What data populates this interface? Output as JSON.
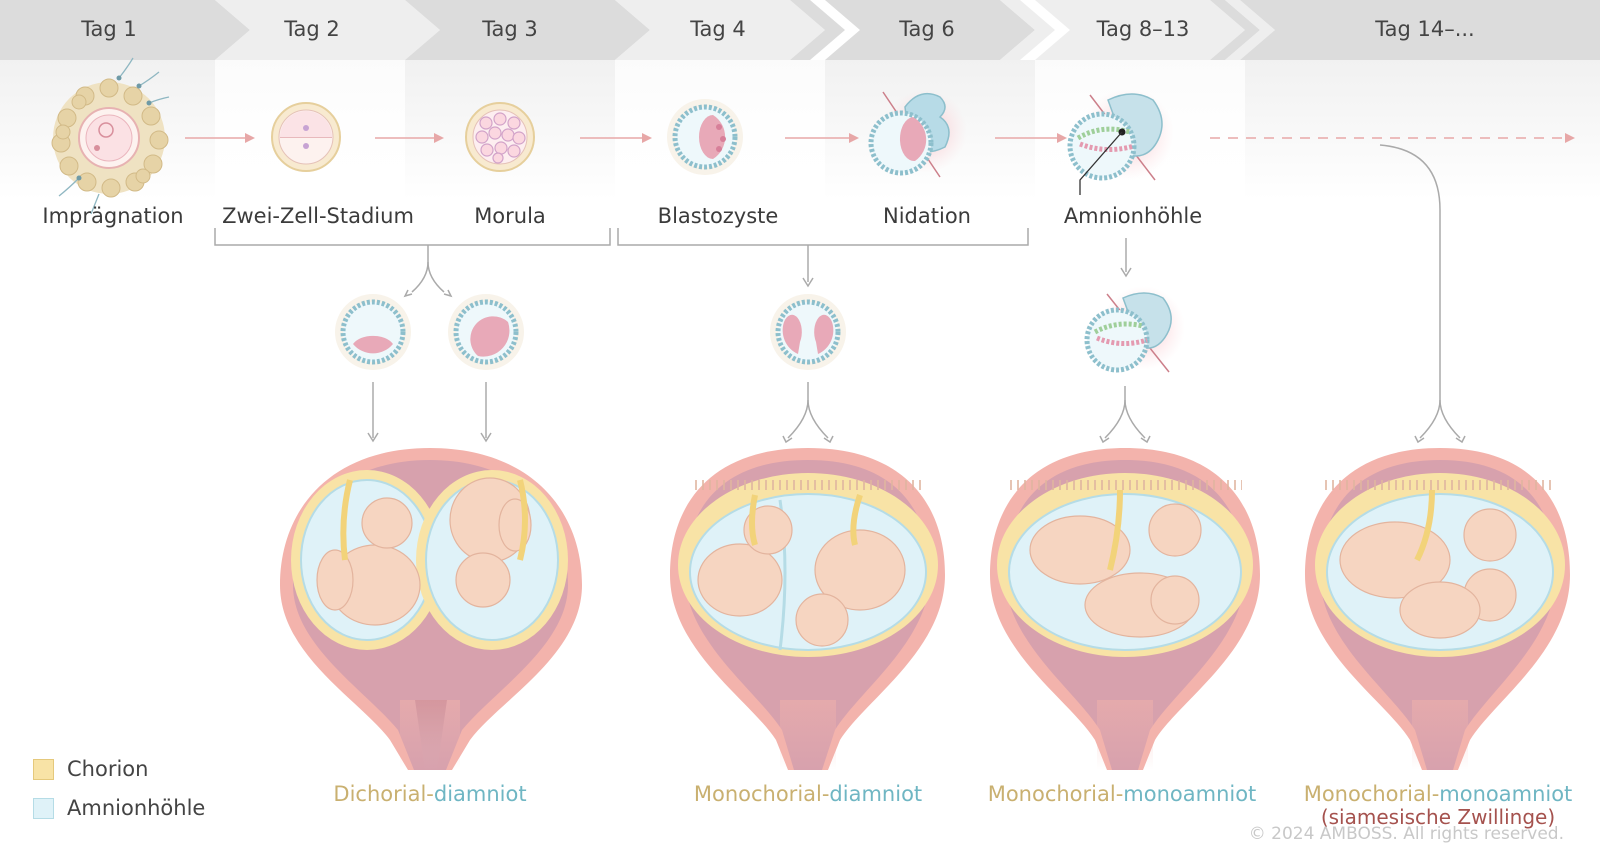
{
  "timeline": [
    {
      "day": "Tag 1"
    },
    {
      "day": "Tag 2"
    },
    {
      "day": "Tag 3"
    },
    {
      "day": "Tag 4"
    },
    {
      "day": "Tag 6"
    },
    {
      "day": "Tag 8–13"
    },
    {
      "day": "Tag 14–..."
    }
  ],
  "stages": [
    {
      "label": "Imprägnation",
      "icon": "fertilization-icon"
    },
    {
      "label": "Zwei-Zell-Stadium",
      "icon": "two-cell-stage-icon"
    },
    {
      "label": "Morula",
      "icon": "morula-icon"
    },
    {
      "label": "Blastozyste",
      "icon": "blastocyst-icon"
    },
    {
      "label": "Nidation",
      "icon": "implantation-icon"
    },
    {
      "label": "Amnionhöhle",
      "icon": "amniotic-cavity-icon"
    }
  ],
  "outcomes": [
    {
      "chorion": "Dichorial",
      "sep": "-",
      "amnion": "diamniot",
      "note": ""
    },
    {
      "chorion": "Monochorial",
      "sep": "-",
      "amnion": "diamniot",
      "note": ""
    },
    {
      "chorion": "Monochorial",
      "sep": "-",
      "amnion": "monoamniot",
      "note": ""
    },
    {
      "chorion": "Monochorial",
      "sep": "-",
      "amnion": "monoamniot",
      "note": "(siamesische Zwillinge)"
    }
  ],
  "legend": [
    {
      "label": "Chorion",
      "color": "#f8e3a6"
    },
    {
      "label": "Amnionhöhle",
      "color": "#dff2f8"
    }
  ],
  "copyright": "© 2024 AMBOSS. All rights reserved.",
  "colors": {
    "chorion_text": "#c9b070",
    "amnion_text": "#6fb6c3",
    "siamese_text": "#a5524e",
    "uterus_wall": "#f3b3ac",
    "arrow_pink": "#e7a7a7",
    "arrow_gray": "#aaaaaa",
    "timeline_band": "#d9d9d9"
  }
}
